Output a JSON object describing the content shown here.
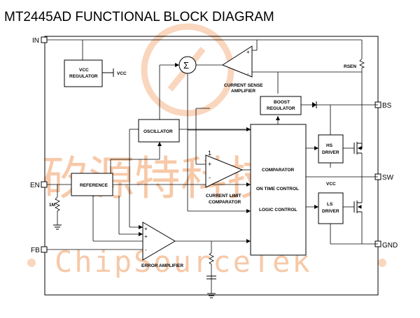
{
  "title": "MT2445AD FUNCTIONAL BLOCK DIAGRAM",
  "pins": {
    "in": "IN",
    "en": "EN",
    "fb": "FB",
    "bs": "BS",
    "sw": "SW",
    "gnd": "GND"
  },
  "blocks": {
    "vcc_regulator": [
      "VCC",
      "REGULATOR"
    ],
    "vcc_out": "VCC",
    "sum": "Σ",
    "current_sense_amplifier": [
      "CURRENT SENSE",
      "AMPLIFIER"
    ],
    "rsen": "RSEN",
    "boost_regulator": [
      "BOOST",
      "REGULATOR"
    ],
    "oscillator": "OSCILLATOR",
    "current_limit_comparator": [
      "CURRENT LIMIT",
      "COMPARATOR"
    ],
    "current_limit_ref": "1",
    "reference": "REFERENCE",
    "resistor_1m": "1M",
    "logic_block": [
      "COMPARATOR",
      "ON TIME CONTROL",
      "LOGIC CONTROL"
    ],
    "hs_driver": [
      "HS",
      "DRIVER"
    ],
    "ls_driver": [
      "LS",
      "DRIVER"
    ],
    "vcc_driver": "VCC",
    "error_amplifier": "ERROR AMPLIFIER",
    "plus_sign": "+",
    "minus_sign": "-"
  },
  "watermark": {
    "chinese": "矽源特科技",
    "english": "ChipSourceTek"
  },
  "colors": {
    "line": "#000000",
    "watermark": "#f7c9a8",
    "background": "#ffffff"
  }
}
